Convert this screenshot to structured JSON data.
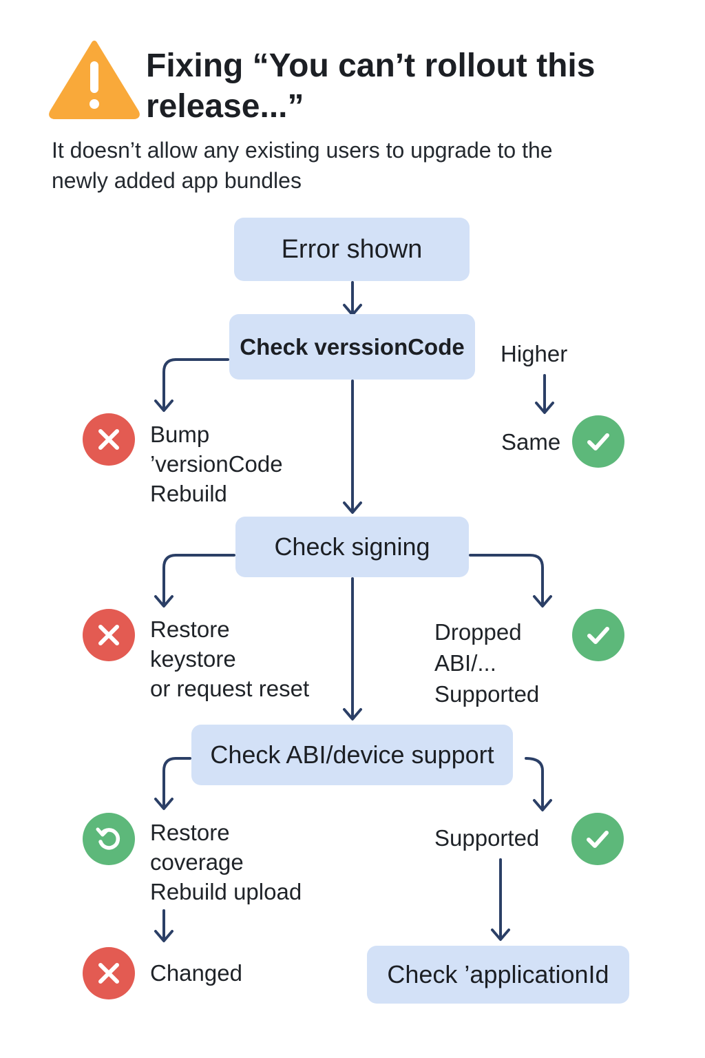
{
  "header": {
    "icon": "warning-icon",
    "title": "Fixing “You can’t rollout this\nrelease...”",
    "subtitle": "It doesn’t allow any existing users to upgrade to the\nnewly added app bundles"
  },
  "colors": {
    "node_fill": "#d3e1f7",
    "arrow": "#2b3f66",
    "warning": "#f9a93a",
    "error": "#e35b52",
    "success": "#5db87a"
  },
  "nodes": {
    "error_shown": "Error shown",
    "check_version": "Check verssionCode",
    "check_signing": "Check signing",
    "check_abi": "Check ABI/device support",
    "check_appid": "Check ’applicationId"
  },
  "branches": {
    "version_fail": {
      "icon": "close-icon",
      "text": "Bump\n’versionCode\nRebuild"
    },
    "version_higher": "Higher",
    "version_ok": {
      "icon": "check-icon",
      "text": "Same"
    },
    "signing_fail": {
      "icon": "close-icon",
      "text": "Restore\nkeystore\nor request reset"
    },
    "signing_ok": {
      "icon": "check-icon",
      "text": "Dropped\nABI/...\nSupported"
    },
    "abi_fail": {
      "icon": "refresh-icon",
      "text": "Restore\ncoverage\nRebuild   upload"
    },
    "abi_changed": {
      "icon": "close-icon",
      "text": "Changed"
    },
    "abi_ok": {
      "icon": "check-icon",
      "text": "Supported"
    }
  }
}
